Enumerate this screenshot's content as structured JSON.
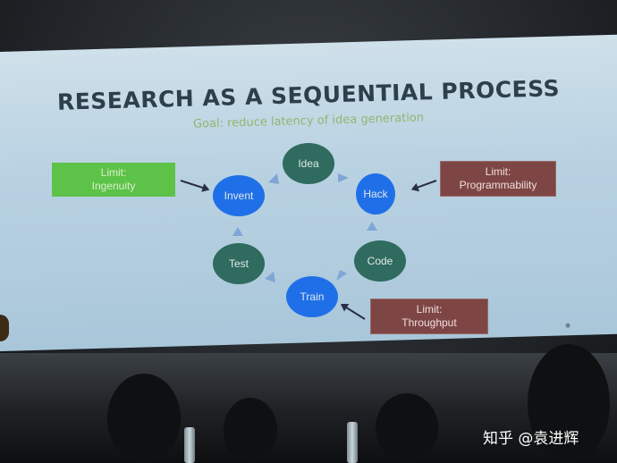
{
  "slide": {
    "title": "RESEARCH AS A SEQUENTIAL PROCESS",
    "subtitle": "Goal: reduce latency of idea generation",
    "nodes": {
      "idea": "Idea",
      "hack": "Hack",
      "code": "Code",
      "train": "Train",
      "test": "Test",
      "invent": "Invent"
    },
    "limits": {
      "ingenuity": {
        "line1": "Limit:",
        "line2": "Ingenuity"
      },
      "programmability": {
        "line1": "Limit:",
        "line2": "Programmability"
      },
      "throughput": {
        "line1": "Limit:",
        "line2": "Throughput"
      }
    },
    "colors": {
      "process_node": "#2f6b5e",
      "highlight_node": "#1f6fe8",
      "limit_green": "#5dc248",
      "limit_red": "#7d4644",
      "title": "#2e3f4c",
      "subtitle": "#93b56f"
    }
  },
  "watermark": "知乎 @袁进辉"
}
